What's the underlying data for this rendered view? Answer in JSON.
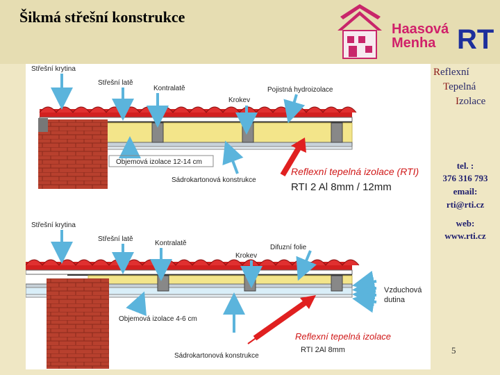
{
  "slide": {
    "title": "Šikmá střešní konstrukce",
    "page_number": "5"
  },
  "logo": {
    "line1": "Haasová",
    "line2": "Menha",
    "mark": "RT"
  },
  "side": {
    "rti_words": [
      {
        "cap": "R",
        "rest": "eflexní"
      },
      {
        "cap": "T",
        "rest": "epelná"
      },
      {
        "cap": "I",
        "rest": "zolace"
      }
    ],
    "tel": "tel. :",
    "phone": "376 316 793",
    "email_label": "email:",
    "email": "rti@rti.cz",
    "web_label": "web:",
    "web": "www.rti.cz"
  },
  "diagram1": {
    "labels": {
      "strešni_krytina": "Střešní krytina",
      "strešni_late": "Střešní latě",
      "kontralate": "Kontralatě",
      "krokev": "Krokev",
      "hydroizolace": "Pojistná hydroizolace",
      "objemova": "Objemová izolace 12-14 cm",
      "sadrokarton": "Sádrokartonová konstrukce",
      "rti_red": "Reflexní tepelná izolace (RTI)",
      "rti_spec": "RTI 2 Al 8mm / 12mm"
    }
  },
  "diagram2": {
    "labels": {
      "strešni_krytina": "Střešní krytina",
      "strešni_late": "Střešní latě",
      "kontralate": "Kontralatě",
      "krokev": "Krokev",
      "difuzni": "Difuzní folie",
      "vzduchova": "Vzduchová",
      "dutina": "dutina",
      "objemova": "Objemová izolace 4-6 cm",
      "sadrokarton": "Sádrokartonová konstrukce",
      "rti_red": "Reflexní tepelná izolace",
      "rti_spec": "RTI 2Al 8mm"
    }
  },
  "colors": {
    "background": "#efe7c4",
    "tiles": "#d22020",
    "insulation": "#f3e58a",
    "brick": "#b23a2a",
    "arrow_blue": "#5bb4dc",
    "arrow_red": "#e02020",
    "red_text": "#d01818"
  }
}
